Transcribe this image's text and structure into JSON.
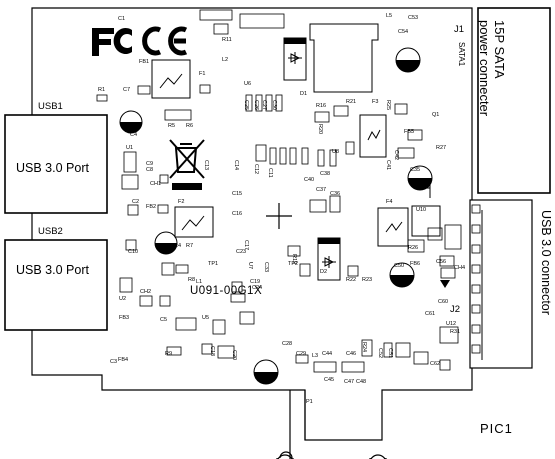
{
  "ports": {
    "usb1_header": "USB1",
    "usb2_header": "USB2",
    "usb1_label": "USB 3.0 Port",
    "usb2_label": "USB 3.0 Port"
  },
  "connectors": {
    "sata_power_line1": "15P SATA",
    "sata_power_line2": "power connecter",
    "sata_ref": "SATA1",
    "usb_connector": "USB 3.0 connector",
    "j1": "J1",
    "j2": "J2"
  },
  "board": {
    "part_number": "U091-00G1X",
    "figure_label": "PIC1",
    "marks": {
      "fc": "FC",
      "ce": "CE"
    }
  },
  "refs": [
    "C1",
    "R11",
    "L2",
    "FB1",
    "F1",
    "R1",
    "C7",
    "C4",
    "R5",
    "R6",
    "U1",
    "CH1",
    "C9",
    "C8",
    "C2",
    "FB2",
    "F2",
    "C3",
    "C16",
    "C15",
    "C14",
    "C13",
    "C12",
    "C11",
    "C10",
    "R4",
    "R7",
    "R8",
    "CH2",
    "U2",
    "FB3",
    "C5",
    "U5",
    "R9",
    "FB4",
    "L1",
    "C17",
    "C18",
    "C19",
    "C20",
    "C24",
    "C23",
    "TP1",
    "U7",
    "C28",
    "C29",
    "L3",
    "P1",
    "C44",
    "C46",
    "C45",
    "C47",
    "C48",
    "R24",
    "C53",
    "C54",
    "L5",
    "D1",
    "C25",
    "C26",
    "C27",
    "C30",
    "U6",
    "R16",
    "R20",
    "R21",
    "F3",
    "R25",
    "Q1",
    "FB5",
    "R27",
    "C41",
    "U8",
    "R19",
    "D2",
    "R22",
    "R23",
    "F4",
    "U10",
    "R26",
    "FB6",
    "C50",
    "C60",
    "C56",
    "CH4",
    "C61",
    "U12",
    "R31",
    "C62",
    "C52",
    "C51",
    "TP2",
    "C33",
    "C35",
    "C36",
    "C37",
    "C38",
    "C40",
    "C42"
  ]
}
